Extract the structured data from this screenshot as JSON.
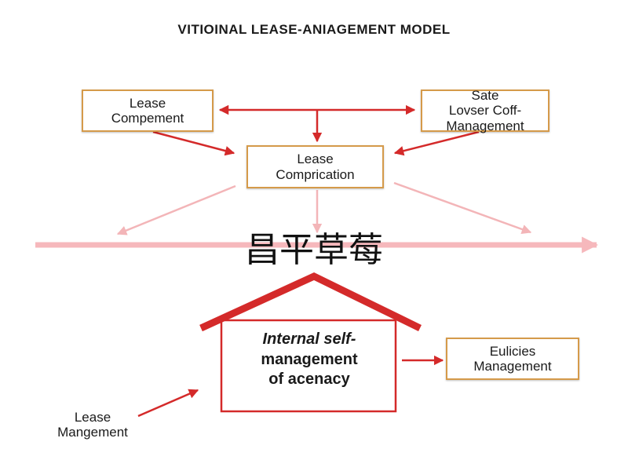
{
  "title": "VITIOINAL LEASE-ANIAGEMENT MODEL",
  "boxes": {
    "lease_compement": {
      "line1": "Lease",
      "line2": "Compement"
    },
    "sate_management": {
      "line1": "Sate",
      "line2": "Lovser Coff-",
      "line3": "Management"
    },
    "lease_comprication": {
      "line1": "Lease",
      "line2": "Comprication"
    },
    "eulicies_management": {
      "line1": "Eulicies",
      "line2": "Management"
    }
  },
  "house": {
    "line1": "Internal self-",
    "line2": "management",
    "line3": "of acenacy"
  },
  "side_label": {
    "line1": "Lease",
    "line2": "Mangement"
  },
  "watermark": "昌平草莓",
  "colors": {
    "arrow_red": "#d42a2a",
    "arrow_faded": "#f3b5b8",
    "box_border": "#d59a4a",
    "text": "#1a1a1a"
  }
}
